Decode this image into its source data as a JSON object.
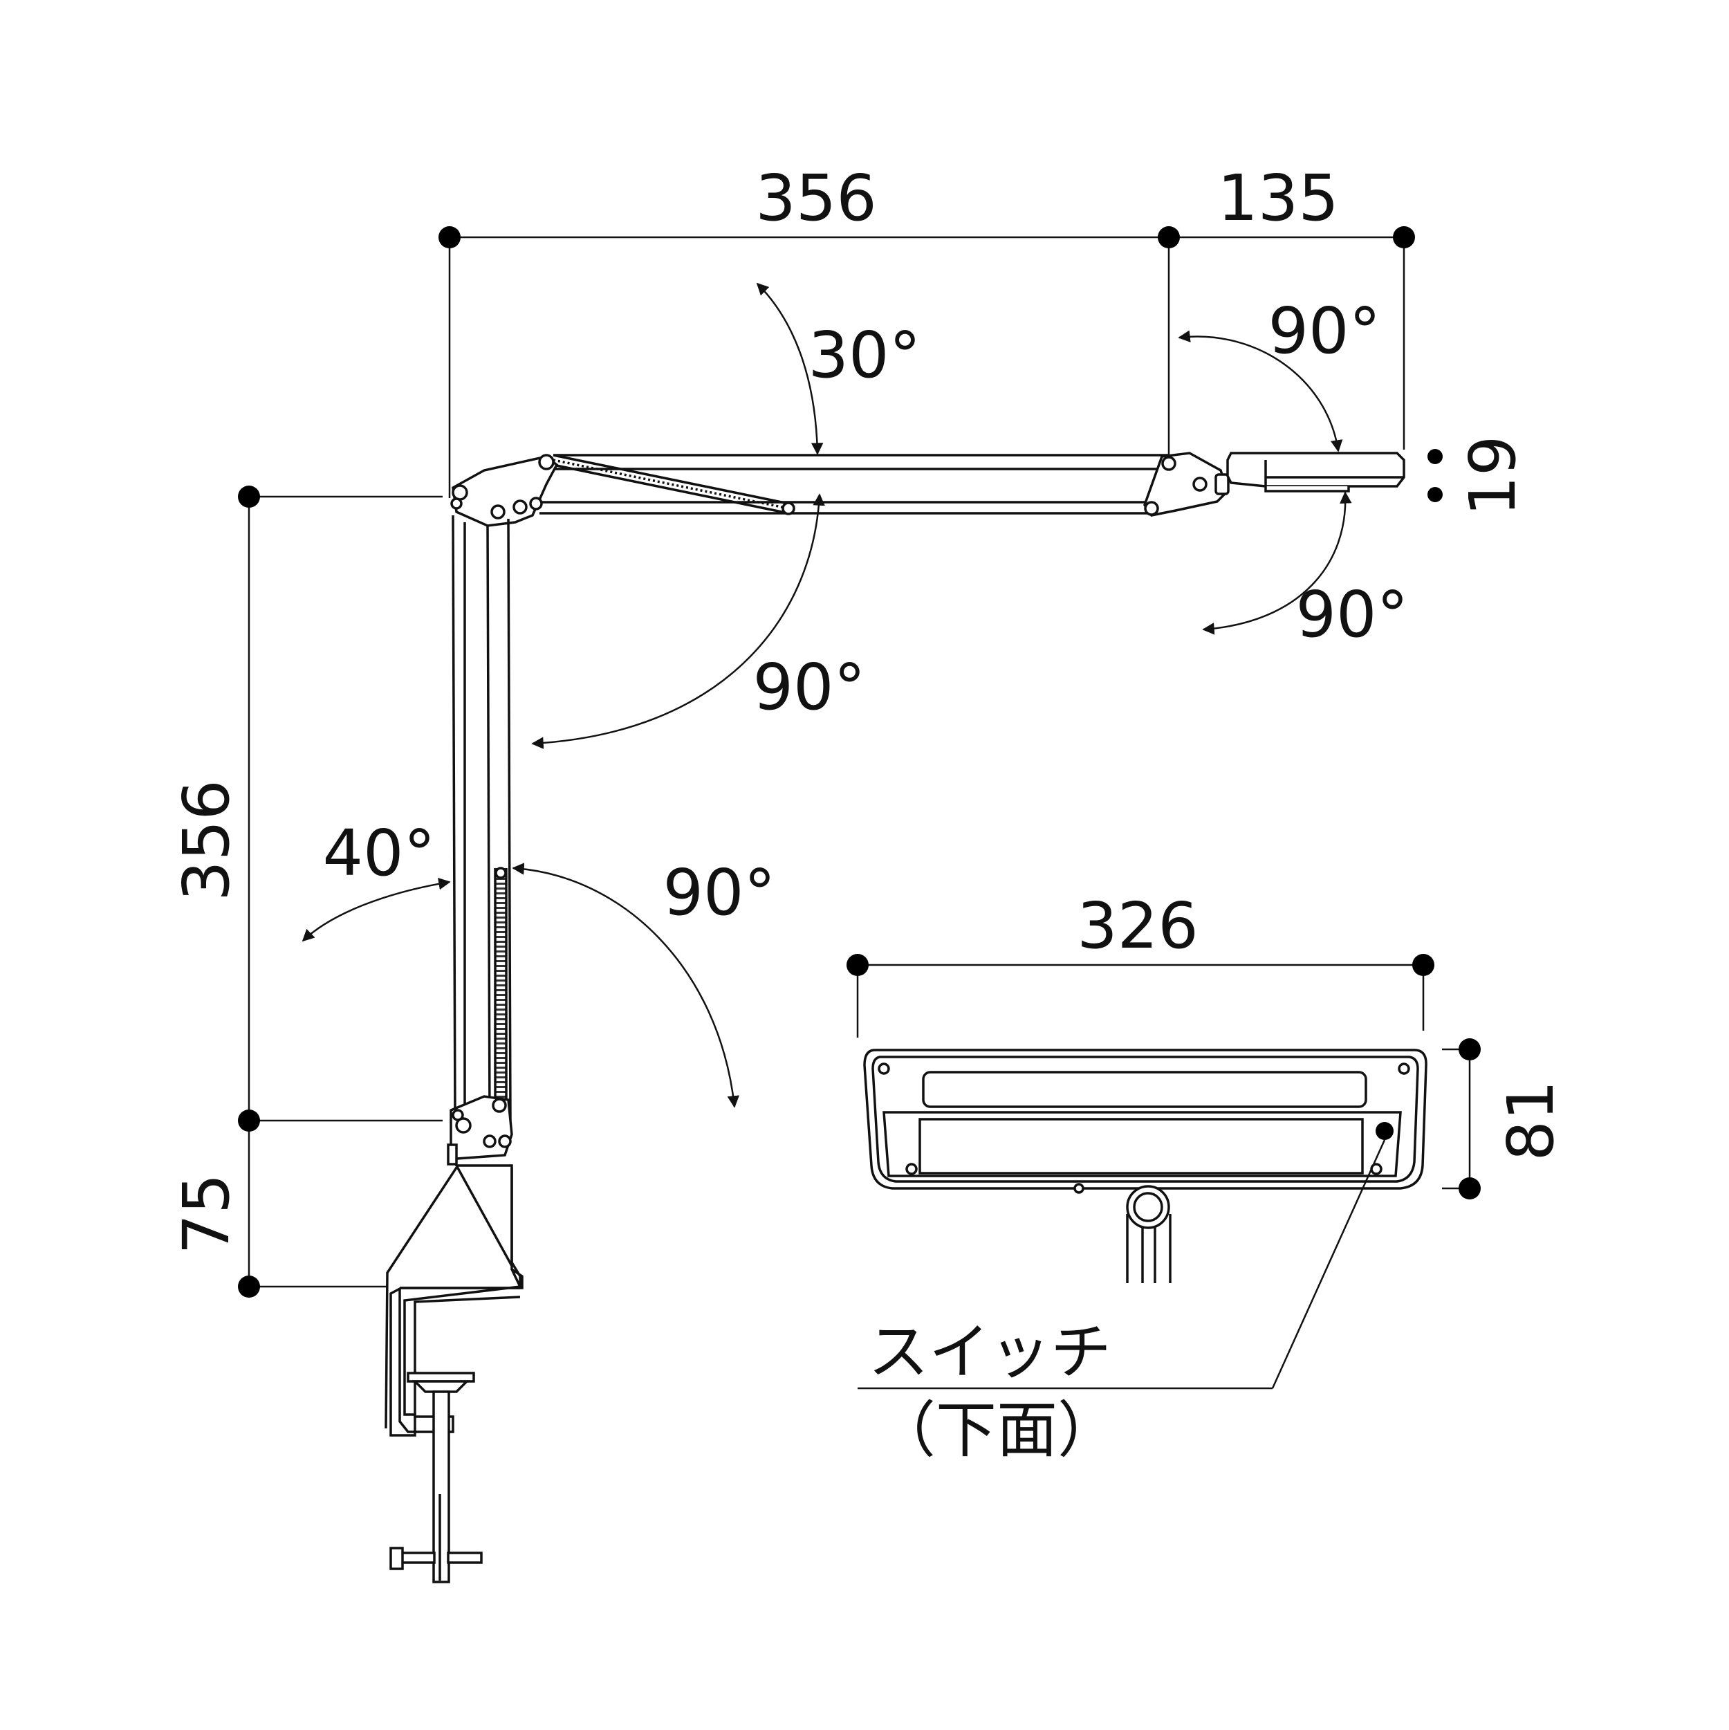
{
  "dimensions": {
    "arm_upper_length": "356",
    "head_offset": "135",
    "arm_lower_length": "356",
    "base_height": "75",
    "head_thickness": "19",
    "head_width": "326",
    "head_depth": "81"
  },
  "angles": {
    "upper_arm_tilt_up": "30°",
    "upper_arm_tilt_down": "90°",
    "head_rotate_up": "90°",
    "head_rotate_down": "90°",
    "lower_arm_back": "40°",
    "lower_arm_forward": "90°"
  },
  "labels": {
    "switch": "スイッチ",
    "switch_location": "（下面）"
  },
  "colors": {
    "line": "#111111",
    "fill": "#ffffff"
  }
}
